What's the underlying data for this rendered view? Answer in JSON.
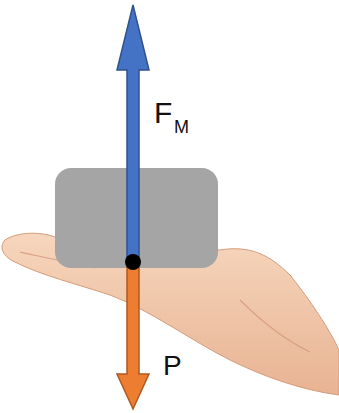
{
  "diagram": {
    "labels": [
      "F",
      "M",
      "P"
    ]
  }
}
